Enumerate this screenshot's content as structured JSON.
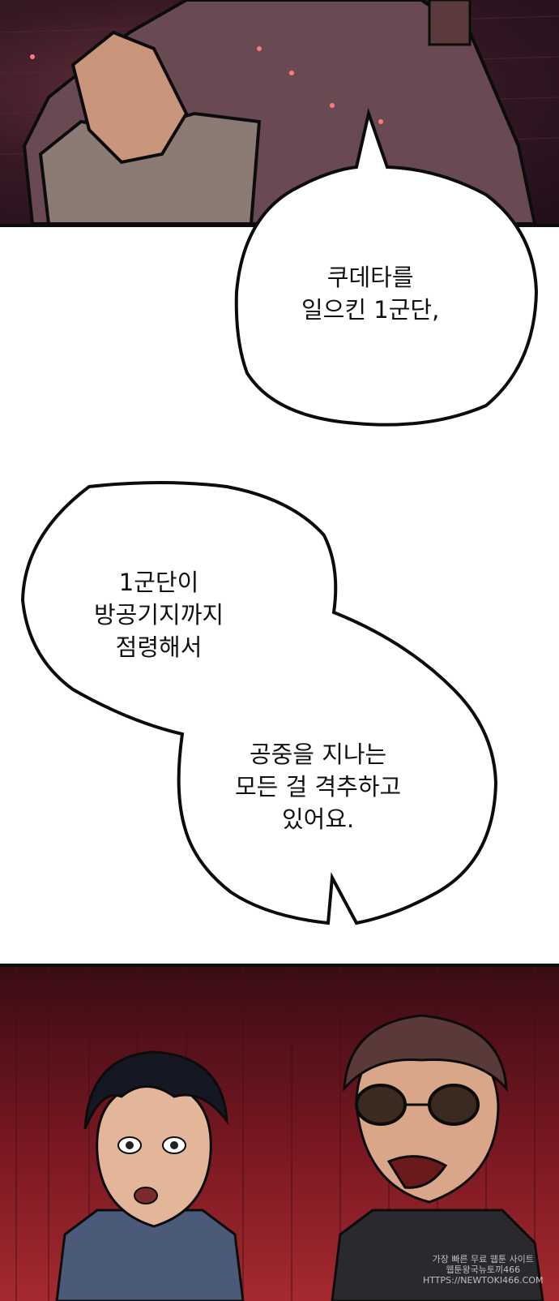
{
  "bubbles": [
    {
      "lines": [
        "쿠데타를",
        "일으킨 1군단,"
      ]
    },
    {
      "lines": [
        "1군단이",
        "방공기지까지",
        "점령해서"
      ]
    },
    {
      "lines": [
        "공중을 지나는",
        "모든 걸 격추하고",
        "있어요."
      ]
    }
  ],
  "watermark": {
    "lines": [
      "가장 빠른 무료 웹툰 사이트",
      "웹툰왕국뉴토끼466",
      "HTTPS://NEWTOKI466.COM"
    ]
  },
  "colors": {
    "bubble_fill": "#ffffff",
    "outline": "#0c0c0c",
    "bottom_panel_tint": "#a52a2f"
  }
}
